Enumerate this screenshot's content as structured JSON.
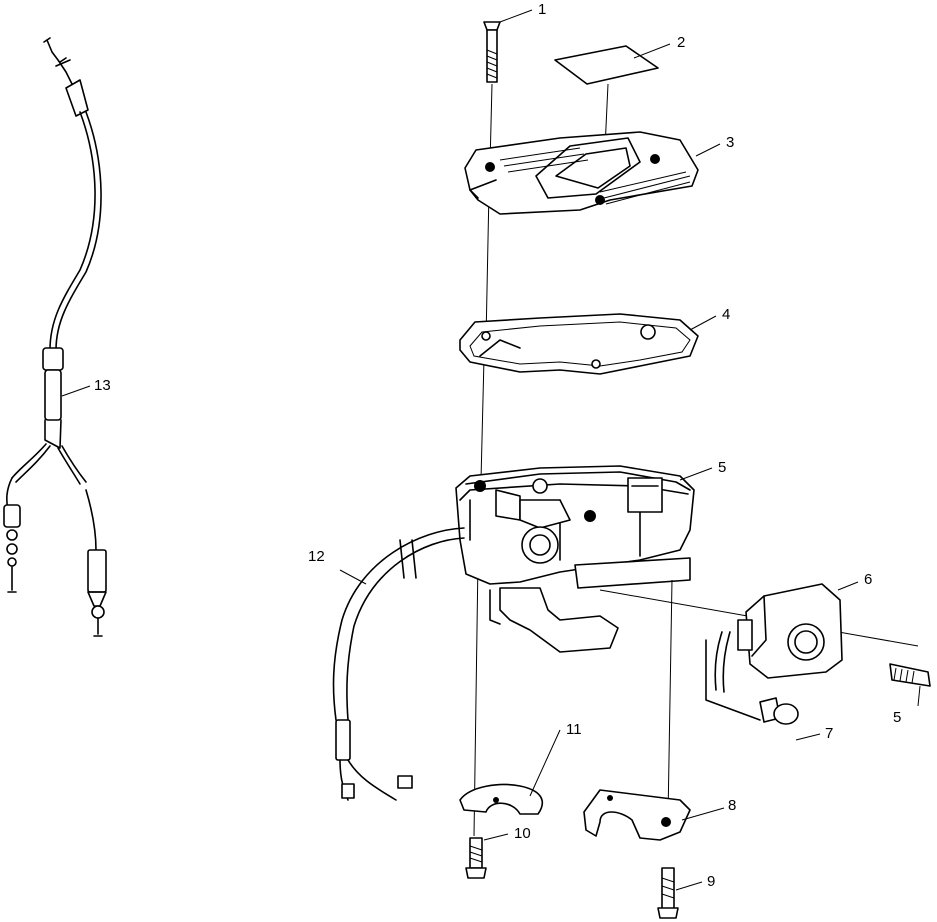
{
  "callouts": {
    "c1": "1",
    "c2": "2",
    "c3": "3",
    "c4": "4",
    "c5a": "5",
    "c5b": "5",
    "c6": "6",
    "c7": "7",
    "c8": "8",
    "c9": "9",
    "c10": "10",
    "c11": "11",
    "c12": "12",
    "c13": "13"
  }
}
